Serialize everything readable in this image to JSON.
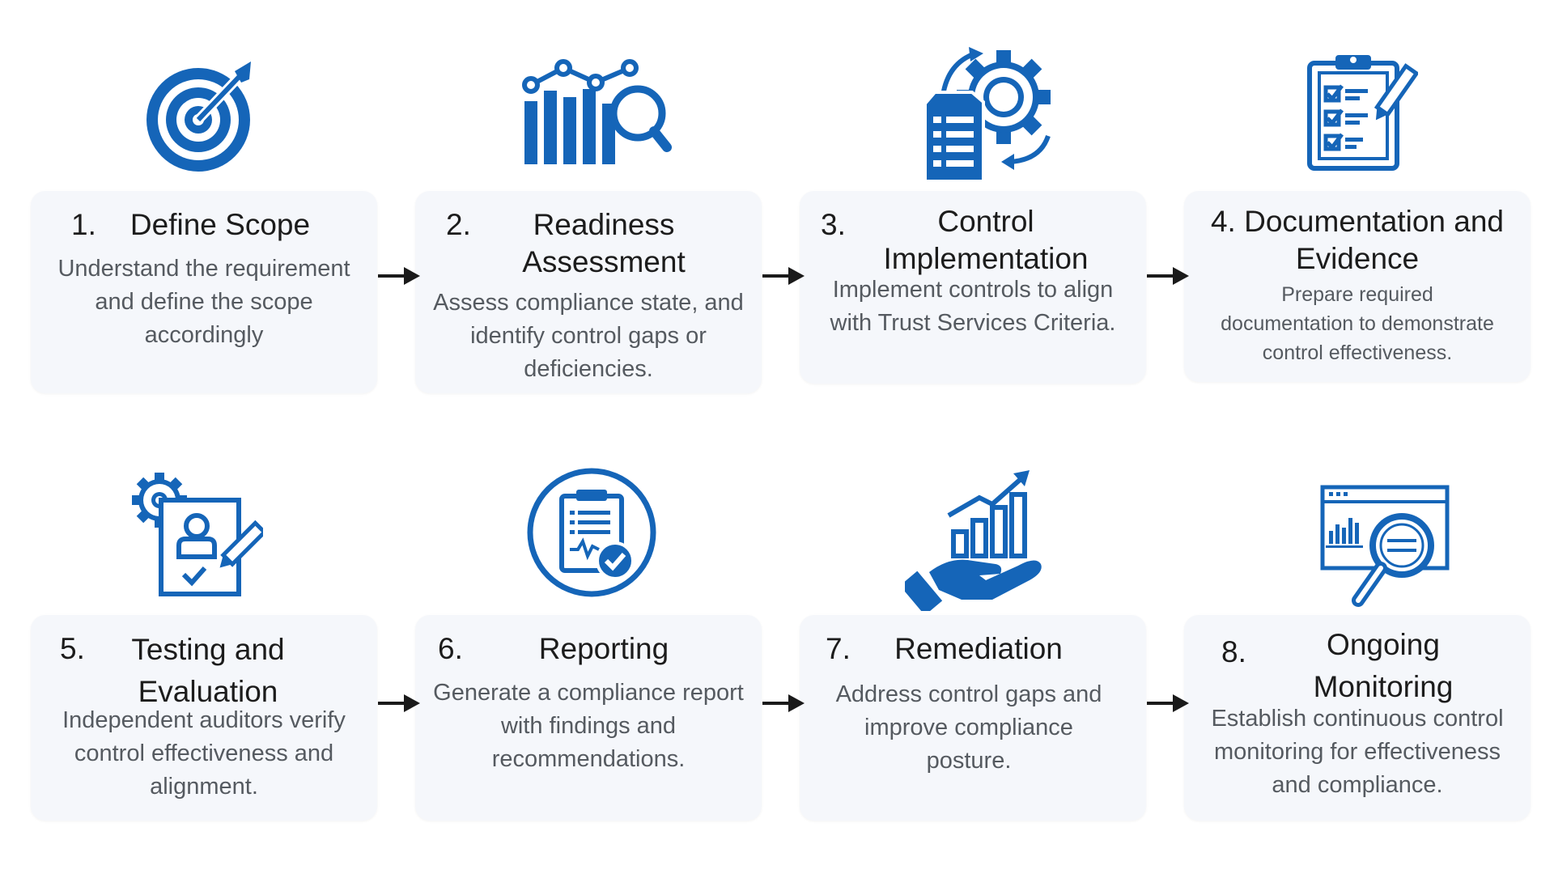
{
  "colors": {
    "icon": "#1565b8",
    "card_bg": "#f5f7fb",
    "heading": "#1c1c1c",
    "body": "#555a60",
    "arrow": "#1a1a1a"
  },
  "steps": [
    {
      "number": "1.",
      "title": "Define Scope",
      "description": "Understand the requirement and define the scope accordingly",
      "icon": "target-icon"
    },
    {
      "number": "2.",
      "title": "Readiness Assessment",
      "description": "Assess compliance state, and identify control gaps or deficiencies.",
      "icon": "analytics-magnifier-icon"
    },
    {
      "number": "3.",
      "title": "Control Implementation",
      "description": "Implement controls to align with Trust Services Criteria.",
      "icon": "gear-document-icon"
    },
    {
      "number": "",
      "title": "4. Documentation and Evidence",
      "description": "Prepare required documentation to demonstrate control effectiveness.",
      "icon": "clipboard-checklist-icon"
    },
    {
      "number": "5.",
      "title": "Testing and Evaluation",
      "description": "Independent auditors verify control effectiveness and alignment.",
      "icon": "profile-review-icon"
    },
    {
      "number": "6.",
      "title": "Reporting",
      "description": "Generate a compliance report with findings and recommendations.",
      "icon": "report-check-icon"
    },
    {
      "number": "7.",
      "title": "Remediation",
      "description": "Address control gaps and improve compliance posture.",
      "icon": "hand-growth-chart-icon"
    },
    {
      "number": "8.",
      "title": "Ongoing Monitoring",
      "description": "Establish continuous control monitoring for effectiveness and compliance.",
      "icon": "monitor-magnifier-icon"
    }
  ]
}
